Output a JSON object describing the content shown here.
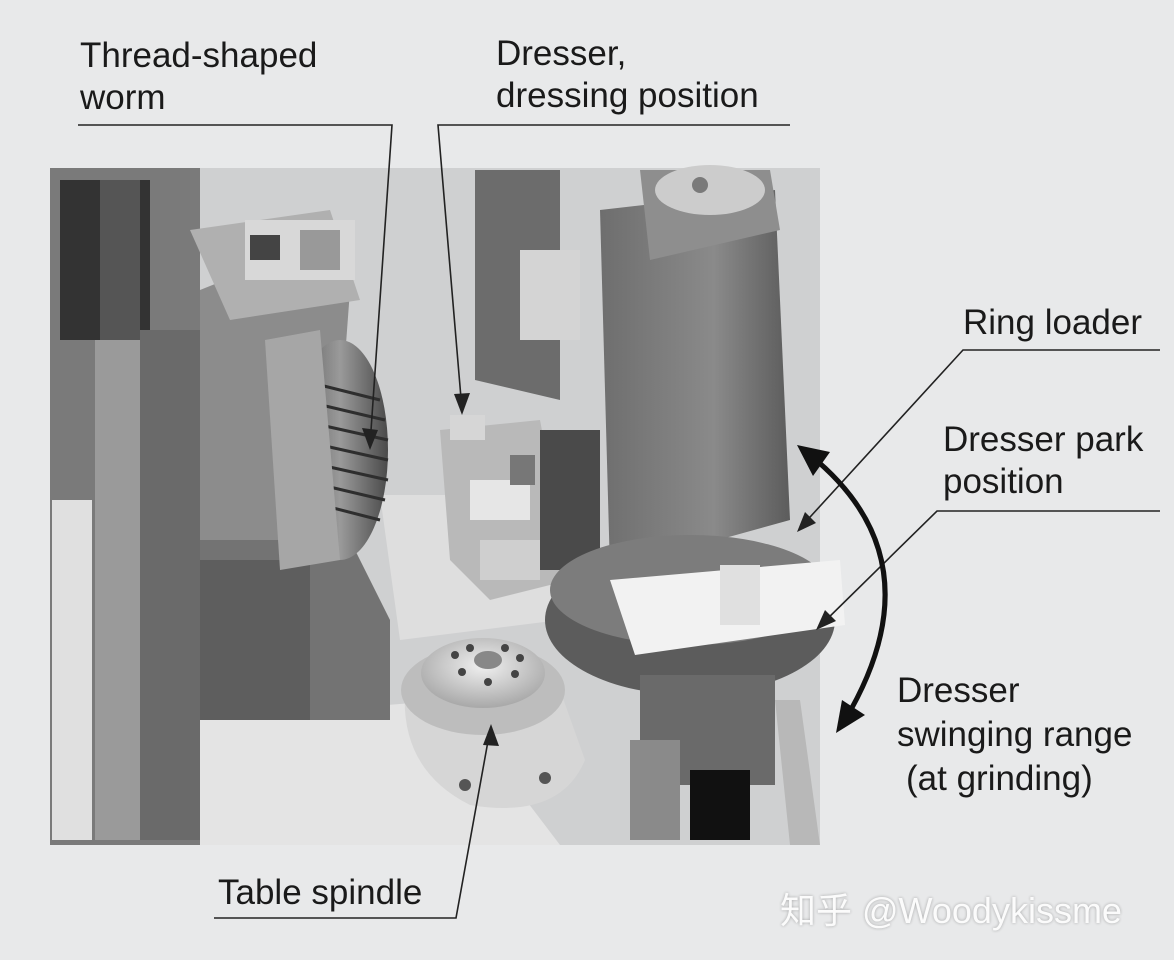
{
  "labels": {
    "worm_line1": "Thread-shaped",
    "worm_line2": "worm",
    "dresser_line1": "Dresser,",
    "dresser_line2": "dressing position",
    "ring_loader": "Ring loader",
    "park_line1": "Dresser park",
    "park_line2": "position",
    "swing_line1": "Dresser",
    "swing_line2": "swinging range",
    "swing_line3": "(at grinding)",
    "table_spindle": "Table spindle"
  },
  "watermark": "知乎 @Woodykissme",
  "colors": {
    "background": "#e8e9ea",
    "text": "#1a1a1a",
    "leader": "#222222"
  }
}
